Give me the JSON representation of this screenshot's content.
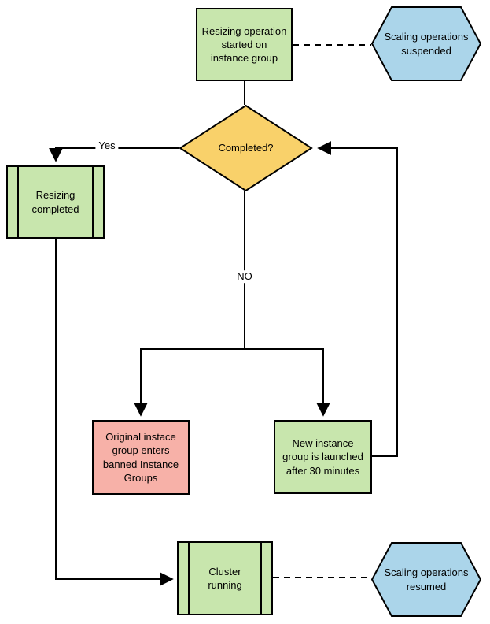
{
  "diagram": {
    "nodes": {
      "start": {
        "label": "Resizing operation\nstarted on\ninstance group",
        "type": "process",
        "fill": "#c8e6ad"
      },
      "suspended": {
        "label": "Scaling operations\nsuspended",
        "type": "hexagon",
        "fill": "#abd5ea"
      },
      "decision": {
        "label": "Completed?",
        "type": "decision",
        "fill": "#f9d16a"
      },
      "resizing_completed": {
        "label": "Resizing\ncompleted",
        "type": "predefined-process",
        "fill": "#c8e6ad"
      },
      "banned_group": {
        "label": "Original instace\ngroup enters\nbanned Instance\nGroups",
        "type": "process",
        "fill": "#f7b1a8"
      },
      "new_group": {
        "label": "New instance\ngroup is launched\nafter 30 minutes",
        "type": "process",
        "fill": "#c8e6ad"
      },
      "cluster_running": {
        "label": "Cluster\nrunning",
        "type": "predefined-process",
        "fill": "#c8e6ad"
      },
      "resumed": {
        "label": "Scaling operations\nresumed",
        "type": "hexagon",
        "fill": "#abd5ea"
      }
    },
    "edge_labels": {
      "yes": "Yes",
      "no": "NO"
    },
    "edges": [
      {
        "from": "start",
        "to": "decision",
        "style": "solid",
        "arrow": false
      },
      {
        "from": "start",
        "to": "suspended",
        "style": "dashed",
        "arrow": false
      },
      {
        "from": "decision",
        "to": "resizing_completed",
        "style": "solid",
        "arrow": true,
        "label": "Yes"
      },
      {
        "from": "decision",
        "to": "banned_group",
        "style": "solid",
        "arrow": true,
        "label": "NO"
      },
      {
        "from": "decision",
        "to": "new_group",
        "style": "solid",
        "arrow": true,
        "label": "NO"
      },
      {
        "from": "new_group",
        "to": "decision",
        "style": "solid",
        "arrow": true
      },
      {
        "from": "resizing_completed",
        "to": "cluster_running",
        "style": "solid",
        "arrow": true
      },
      {
        "from": "cluster_running",
        "to": "resumed",
        "style": "dashed",
        "arrow": false
      }
    ],
    "colors": {
      "stroke": "#000000",
      "background": "#ffffff",
      "green": "#c8e6ad",
      "blue": "#abd5ea",
      "yellow": "#f9d16a",
      "pink": "#f7b1a8"
    }
  }
}
